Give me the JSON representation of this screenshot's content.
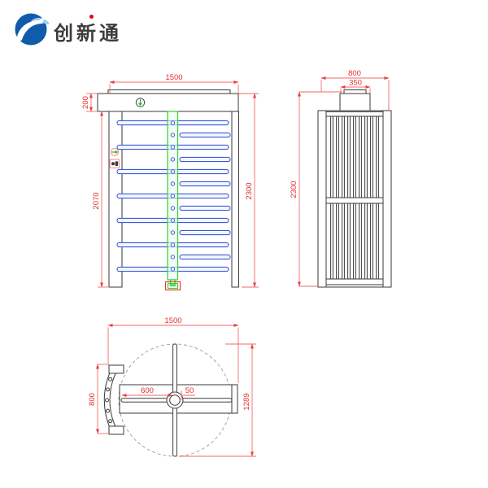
{
  "logo": {
    "text": "创新通",
    "accent_dot_color": "#e60012",
    "circle_color": "#0f5cab"
  },
  "front_view": {
    "dim_width": "1500",
    "dim_header_height": "200",
    "dim_body_height": "2070",
    "dim_total_height": "2300"
  },
  "side_view": {
    "dim_depth": "800",
    "dim_cap_width": "350",
    "dim_total_height": "2300"
  },
  "plan_view": {
    "dim_width": "1500",
    "dim_housing_depth": "800",
    "dim_arm_length": "600",
    "dim_hub_diameter": "50",
    "dim_swing_length": "1289"
  },
  "colors": {
    "dimension_red": "#e03030",
    "structure_black": "#3a3a3a",
    "arm_blue": "#3b5bdb",
    "rotor_green": "#2fd12f"
  }
}
